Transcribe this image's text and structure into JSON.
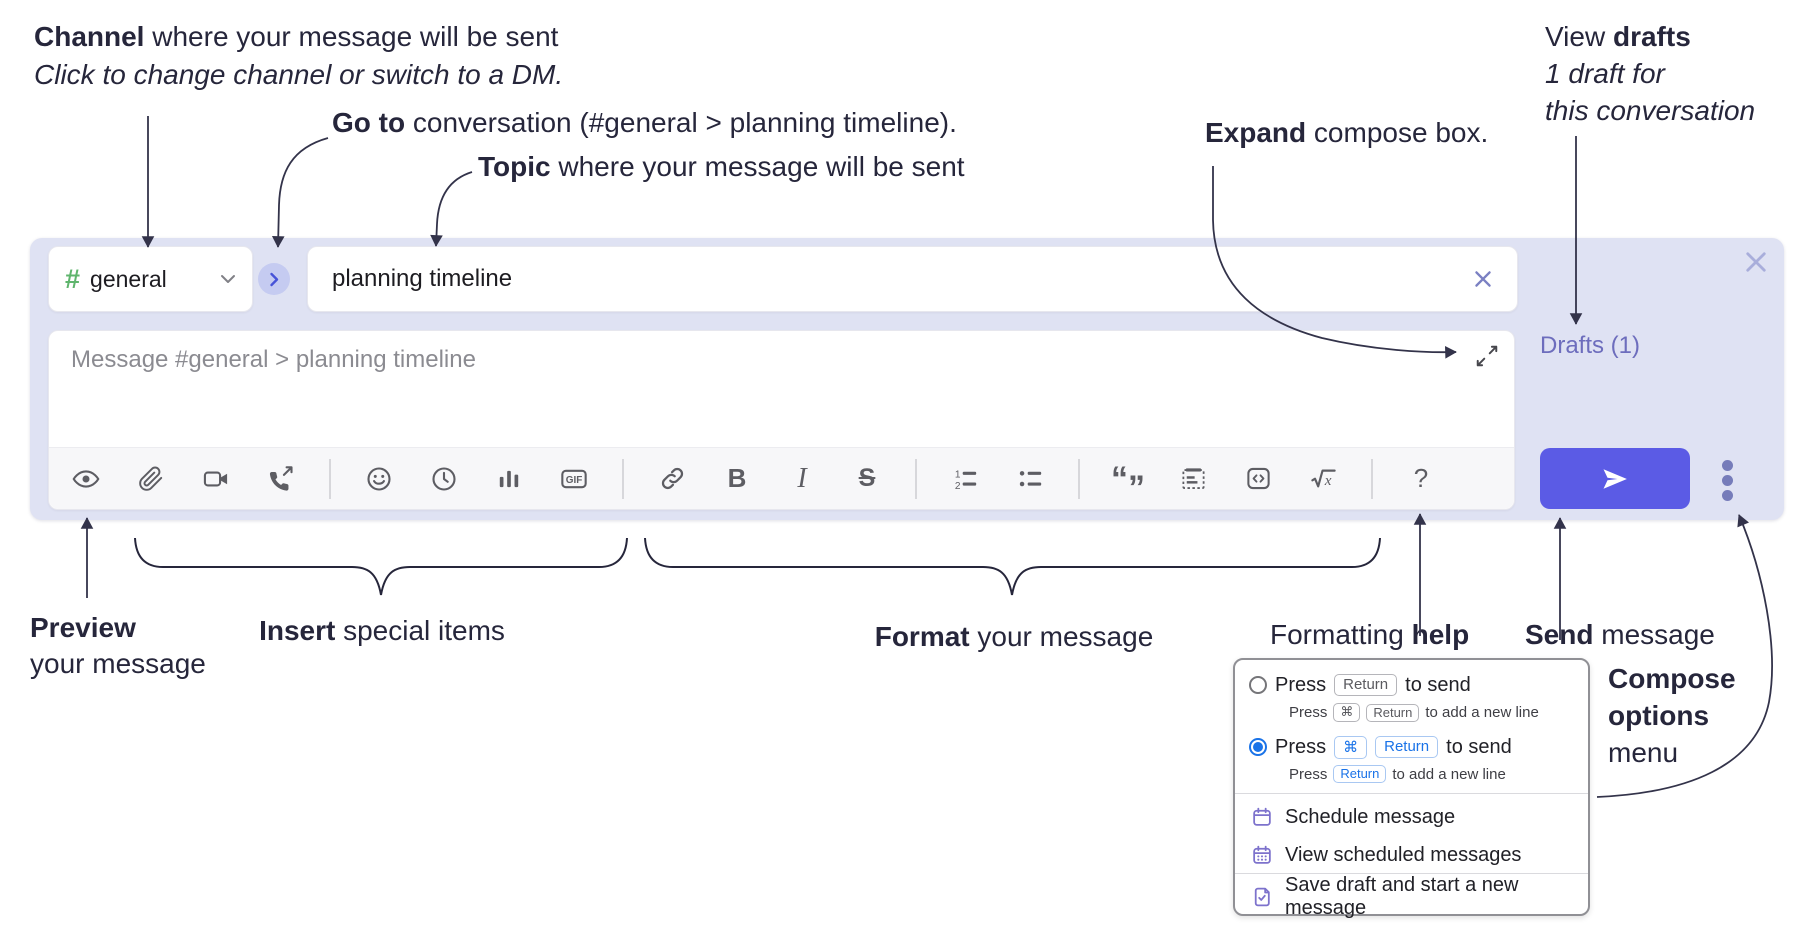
{
  "annotations": {
    "channel": {
      "bold": "Channel",
      "rest": " where your message will be sent",
      "line2": "Click to change channel or switch to a DM."
    },
    "go_to": {
      "bold": "Go to",
      "rest": " conversation (#general > planning timeline)."
    },
    "topic": {
      "bold": "Topic",
      "rest": " where your message will be sent"
    },
    "expand": {
      "bold": "Expand",
      "rest": " compose box."
    },
    "view_drafts": {
      "pre": "View ",
      "bold": "drafts",
      "line2": "1 draft for",
      "line3": "this conversation"
    },
    "preview": {
      "bold": "Preview",
      "line2": "your message"
    },
    "insert": {
      "bold": "Insert",
      "rest": " special items"
    },
    "format": {
      "bold": "Format",
      "rest": " your message"
    },
    "formatting_help": {
      "pre": "Formatting ",
      "bold": "help"
    },
    "send": {
      "bold": "Send",
      "rest": " message"
    },
    "compose_options": {
      "line1": "Compose",
      "line2": "options",
      "line3": "menu"
    }
  },
  "composer": {
    "channel": {
      "hash": "#",
      "name": "general"
    },
    "topic": {
      "value": "planning timeline"
    },
    "message": {
      "placeholder": "Message #general > planning timeline"
    },
    "drafts_label": "Drafts (1)"
  },
  "toolbar": {
    "gif_label": "GIF",
    "bold_glyph": "B",
    "italic_glyph": "I",
    "strike_glyph": "S",
    "quote_open": "“",
    "quote_close": "”",
    "ol_1": "1",
    "ol_2": "2",
    "sqrt_x": "x",
    "help_glyph": "?",
    "icons": [
      "preview-eye",
      "attach-paperclip",
      "video-clip",
      "audio-call",
      "emoji",
      "recent-clock",
      "poll-bars",
      "gif",
      "link",
      "bold",
      "italic",
      "strikethrough",
      "ordered-list",
      "bulleted-list",
      "blockquote",
      "code-block",
      "code",
      "formula",
      "help",
      "send",
      "more-options"
    ]
  },
  "popup": {
    "option1": {
      "press": "Press",
      "key": "Return",
      "rest": "to send",
      "sub_press": "Press",
      "sub_key1": "⌘",
      "sub_key2": "Return",
      "sub_rest": "to add a new line"
    },
    "option2": {
      "press": "Press",
      "key1": "⌘",
      "key2": "Return",
      "rest": "to send",
      "sub_press": "Press",
      "sub_key": "Return",
      "sub_rest": "to add a new line"
    },
    "schedule": "Schedule message",
    "view_scheduled": "View scheduled messages",
    "save_draft": "Save draft and start a new message"
  },
  "colors": {
    "composer_bg": "#dfe2f3",
    "send_button": "#5b5be5",
    "drafts_link": "#6d6dbd",
    "channel_hash_green": "#5fb56d",
    "radio_selected": "#1a73e8",
    "popup_icon_purple": "#7d72cc",
    "annotation_ink": "#26263b",
    "toolbar_icon_gray": "#5d5d63"
  }
}
